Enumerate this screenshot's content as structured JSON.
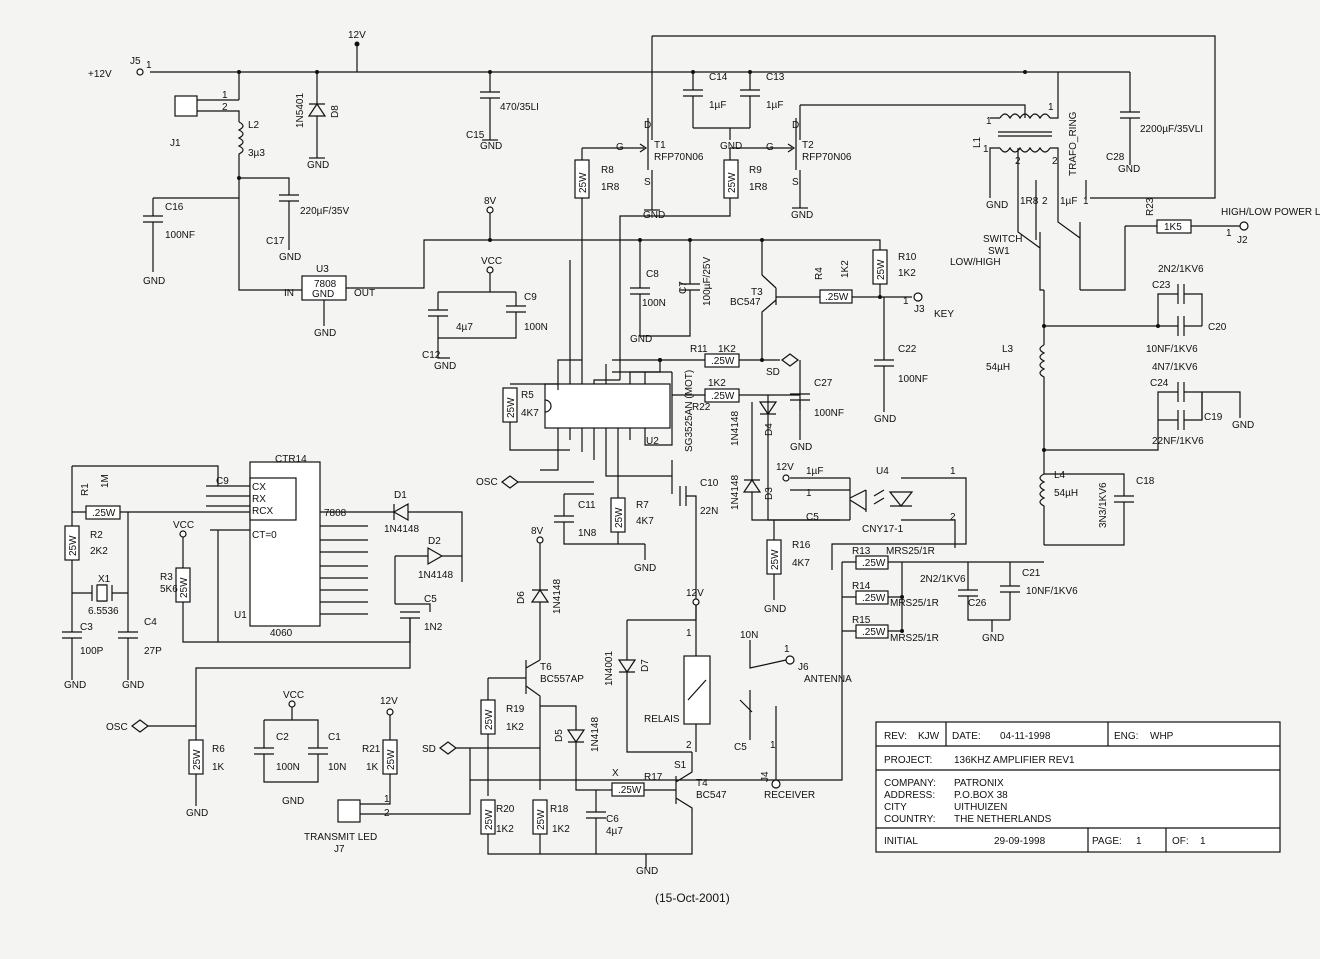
{
  "labels": {
    "p12v_j5": "+12V",
    "j5": "J5",
    "j5_pin": "1",
    "top_12v": "12V",
    "j1": "J1",
    "j1_p1": "1",
    "j1_p2": "2",
    "l2": "L2",
    "l2_v": "3µ3",
    "d8_type": "1N5401",
    "d8": "D8",
    "gnd": "GND",
    "c15_v": "470/35LI",
    "c15": "C15",
    "c14": "C14",
    "c14_v": "1µF",
    "c13": "C13",
    "c13_v": "1µF",
    "t1": "T1",
    "t1_type": "RFP70N06",
    "t2": "T2",
    "t2_type": "RFP70N06",
    "r8": "R8",
    "r8_v": "1R8",
    "r9": "R9",
    "r9_v": "1R8",
    "r25w": "25W",
    "g": "G",
    "d": "D",
    "s": "S",
    "l1": "L1",
    "trafo": "TRAFO_RING",
    "c28_v": "2200µF/35VLI",
    "c28": "C28",
    "c16": "C16",
    "c16_v": "100NF",
    "c17_v": "220µF/35V",
    "c17": "C17",
    "u3": "U3",
    "u3_type": "7808",
    "u3_in": "IN",
    "u3_out": "OUT",
    "v8": "8V",
    "vcc": "VCC",
    "c8": "C8",
    "c8_v": "100N",
    "c7": "C7",
    "c7_v": "100µF/25V",
    "t3": "T3",
    "t3_type": "BC547",
    "r4": "R4",
    "r4_v": "1K2",
    "r10": "R10",
    "r10_v": "1K2",
    "w25": ".25W",
    "j3": "J3",
    "j3_pin": "1",
    "key": "KEY",
    "sw1_lbl": "SWITCH",
    "sw1": "SW1",
    "sw1_mode": "LOW/HIGH",
    "r23": "R23",
    "r23_v": "1K5",
    "hl_led": "HIGH/LOW POWER LED",
    "j2": "J2",
    "j2_pin": "1",
    "c9": "C9",
    "c9_v": "100N",
    "c12": "C12",
    "c12_v": "4µ7",
    "r11": "R11",
    "r11_v": "1K2",
    "r22": "R22",
    "r22_v": "1K2",
    "sd": "SD",
    "c22": "C22",
    "c22_v": "100NF",
    "c27": "C27",
    "c27_v": "100NF",
    "c23": "C23",
    "c23_v": "2N2/1KV6",
    "c20": "C20",
    "c20_v": "10NF/1KV6",
    "c24": "C24",
    "c24_v": "4N7/1KV6",
    "c19": "C19",
    "c19_v": "22NF/1KV6",
    "l3": "L3",
    "l3_v": "54µH",
    "l4": "L4",
    "l4_v": "54µH",
    "c18": "C18",
    "c18_v": "3N3/1KV6",
    "r5": "R5",
    "r5_v": "4K7",
    "u2": "U2",
    "u2_type": "SG3525AN (MOT)",
    "d4": "D4",
    "d4_type": "1N4148",
    "d3": "D3",
    "d3_type": "1N4148",
    "osc": "OSC",
    "c11": "C11",
    "c11_v": "1N8",
    "r7": "R7",
    "r7_v": "4K7",
    "c10": "C10",
    "c10_v": "22N",
    "u4": "U4",
    "u4_type": "CNY17-1",
    "v12": "12V",
    "r16": "R16",
    "r16_v": "4K7",
    "r13": "R13",
    "r13_v": "MRS25/1R",
    "r14": "R14",
    "r14_v": "MRS25/1R",
    "r15": "R15",
    "r15_v": "MRS25/1R",
    "c26": "C26",
    "c26_v": "2N2/1KV6",
    "c21": "C21",
    "c21_v": "10NF/1KV6",
    "ctr14": "CTR14",
    "cx": "CX",
    "rx": "RX",
    "rcx": "RCX",
    "ct0": "CT=0",
    "u1": "U1",
    "u1_type": "4060",
    "r1": "R1",
    "r1_v": "1M",
    "r2": "R2",
    "r2_v": "2K2",
    "x1": "X1",
    "x1_v": "6.5536",
    "r3": "R3",
    "r3_v": "5K6",
    "c3": "C3",
    "c3_v": "100P",
    "c4": "C4",
    "c4_v": "27P",
    "d1": "D1",
    "d1_type": "1N4148",
    "d2": "D2",
    "d2_type": "1N4148",
    "c5": "C5",
    "c5_v": "1N2",
    "d6": "D6",
    "d6_type": "1N4148",
    "t6": "T6",
    "t6_type": "BC557AP",
    "r19": "R19",
    "r19_v": "1K2",
    "d5": "D5",
    "d5_type": "1N4148",
    "d7": "D7",
    "d7_type": "1N4001",
    "relais": "RELAIS",
    "j6": "J6",
    "antenna": "ANTENNA",
    "j4": "J4",
    "receiver": "RECEIVER",
    "r6": "R6",
    "r6_v": "1K",
    "c2": "C2",
    "c2_v": "100N",
    "c1": "C1",
    "c1_v": "10N",
    "r21": "R21",
    "r21_v": "1K",
    "r20": "R20",
    "r20_v": "1K2",
    "r18": "R18",
    "r18_v": "1K2",
    "c6": "C6",
    "c6_v": "4µ7",
    "r17": "R17",
    "x": "X",
    "s1": "S1",
    "t4": "T4",
    "t4_type": "BC547",
    "tx_led": "TRANSMIT LED",
    "j7": "J7",
    "footer_date": "(15-Oct-2001)"
  },
  "title_block": {
    "rev_label": "REV:",
    "rev": "KJW",
    "date_label": "DATE:",
    "date": "04-11-1998",
    "eng_label": "ENG:",
    "eng": "WHP",
    "project_label": "PROJECT:",
    "project": "136KHZ AMPLIFIER REV1",
    "company_label": "COMPANY:",
    "company": "PATRONIX",
    "address_label": "ADDRESS:",
    "address": "P.O.BOX 38",
    "city_label": "CITY",
    "city": "UITHUIZEN",
    "country_label": "COUNTRY:",
    "country": "THE NETHERLANDS",
    "initial_label": "INITIAL",
    "initial_date": "29-09-1998",
    "page_label": "PAGE:",
    "page": "1",
    "of_label": "OF:",
    "of": "1"
  }
}
